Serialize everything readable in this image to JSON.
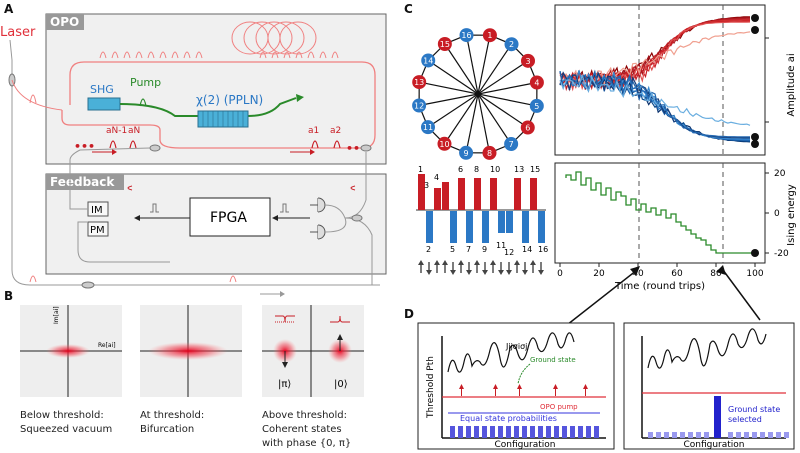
{
  "panels": {
    "a": "A",
    "b": "B",
    "c": "C",
    "d": "D"
  },
  "panel_a": {
    "laser": "Laser",
    "opo": "OPO",
    "feedback": "Feedback",
    "shg": "SHG",
    "pump": "Pump",
    "crystal": "χ(2) (PPLN)",
    "aN1": "aN-1",
    "aN": "aN",
    "a1": "a1",
    "a2": "a2",
    "dots": "•••",
    "im": "IM",
    "pm": "PM",
    "fpga": "FPGA"
  },
  "panel_b": {
    "im_axis": "Im[ai]",
    "re_axis": "Re[ai]",
    "pi_state": "|π⟩",
    "zero_state": "|0⟩",
    "captions": [
      [
        "Below threshold:",
        "Squeezed vacuum"
      ],
      [
        "At threshold:",
        "Bifurcation"
      ],
      [
        "Above threshold:",
        "Coherent states",
        "with phase {0, π}"
      ]
    ]
  },
  "panel_c": {
    "ylabel_top": "Amplitude ai",
    "ylabel_bottom": "Ising energy",
    "xlabel": "Time (round trips)",
    "xticks": [
      "0",
      "20",
      "40",
      "60",
      "80",
      "100"
    ],
    "yticks": [
      "20",
      "0",
      "-20"
    ],
    "bar_up": [
      "1",
      "3",
      "4",
      "6",
      "8",
      "10",
      "13",
      "15"
    ],
    "bar_down": [
      "2",
      "5",
      "7",
      "9",
      "11",
      "12",
      "14",
      "16"
    ],
    "nodes": [
      {
        "n": "1",
        "c": "#c81d25"
      },
      {
        "n": "2",
        "c": "#2b78c5"
      },
      {
        "n": "3",
        "c": "#c81d25"
      },
      {
        "n": "4",
        "c": "#c81d25"
      },
      {
        "n": "5",
        "c": "#2b78c5"
      },
      {
        "n": "6",
        "c": "#c81d25"
      },
      {
        "n": "7",
        "c": "#2b78c5"
      },
      {
        "n": "8",
        "c": "#c81d25"
      },
      {
        "n": "9",
        "c": "#2b78c5"
      },
      {
        "n": "10",
        "c": "#c81d25"
      },
      {
        "n": "11",
        "c": "#2b78c5"
      },
      {
        "n": "12",
        "c": "#2b78c5"
      },
      {
        "n": "13",
        "c": "#c81d25"
      },
      {
        "n": "14",
        "c": "#2b78c5"
      },
      {
        "n": "15",
        "c": "#c81d25"
      },
      {
        "n": "16",
        "c": "#2b78c5"
      }
    ]
  },
  "panel_d": {
    "ylabel": "Threshold Pth",
    "coupling": "Jijσiσj",
    "ground": "Ground state",
    "pump": "OPO pump",
    "equal": "Equal state probabilities",
    "config": "Configuration",
    "selected1": "Ground state",
    "selected2": "selected"
  },
  "colors": {
    "red": "#c81d25",
    "blue": "#2b78c5",
    "green": "#2a8a2a",
    "lightred": "#f08080"
  }
}
